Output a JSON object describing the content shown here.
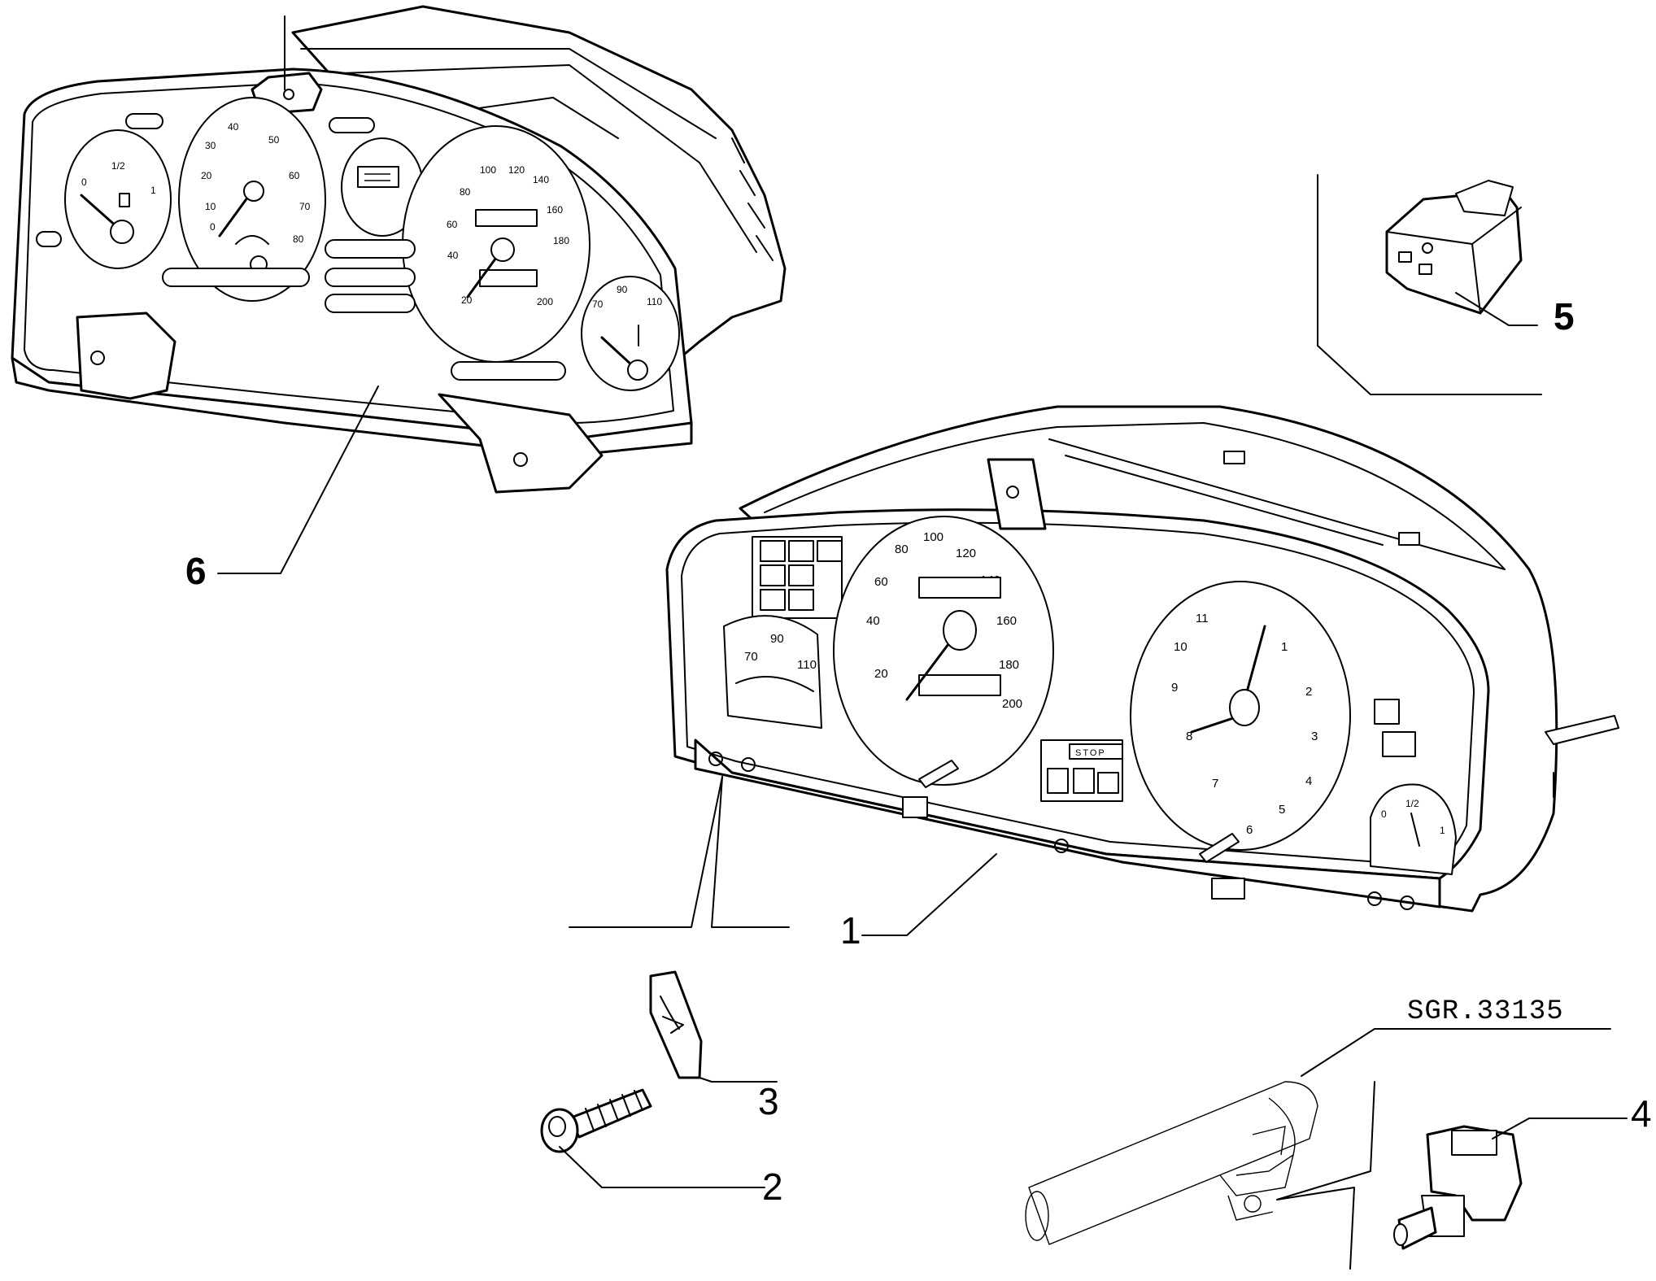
{
  "drawing": {
    "reference_code": "SGR.33135"
  },
  "callouts": [
    {
      "id": "1",
      "label": "1",
      "bold": false
    },
    {
      "id": "2",
      "label": "2",
      "bold": false
    },
    {
      "id": "3",
      "label": "3",
      "bold": false
    },
    {
      "id": "4",
      "label": "4",
      "bold": false
    },
    {
      "id": "5",
      "label": "5",
      "bold": true
    },
    {
      "id": "6",
      "label": "6",
      "bold": true
    }
  ],
  "cluster_1": {
    "speedometer_ticks": [
      "20",
      "40",
      "60",
      "80",
      "100",
      "120",
      "140",
      "160",
      "180",
      "200"
    ],
    "tachometer_ticks": [
      "1",
      "2",
      "3",
      "4",
      "5",
      "6",
      "7",
      "8",
      "9",
      "10",
      "11"
    ],
    "temperature_ticks": [
      "70",
      "90",
      "110"
    ],
    "fuel_ticks": [
      "0",
      "1/2",
      "1"
    ],
    "warning_lamp_text": "STOP"
  },
  "cluster_6": {
    "speedometer_ticks": [
      "20",
      "40",
      "60",
      "80",
      "100",
      "120",
      "140",
      "160",
      "180",
      "200"
    ],
    "tachometer_ticks": [
      "0",
      "10",
      "20",
      "30",
      "40",
      "50",
      "60",
      "70",
      "80"
    ],
    "temperature_ticks": [
      "70",
      "90",
      "110"
    ],
    "fuel_ticks": [
      "0",
      "1/2",
      "1"
    ]
  }
}
